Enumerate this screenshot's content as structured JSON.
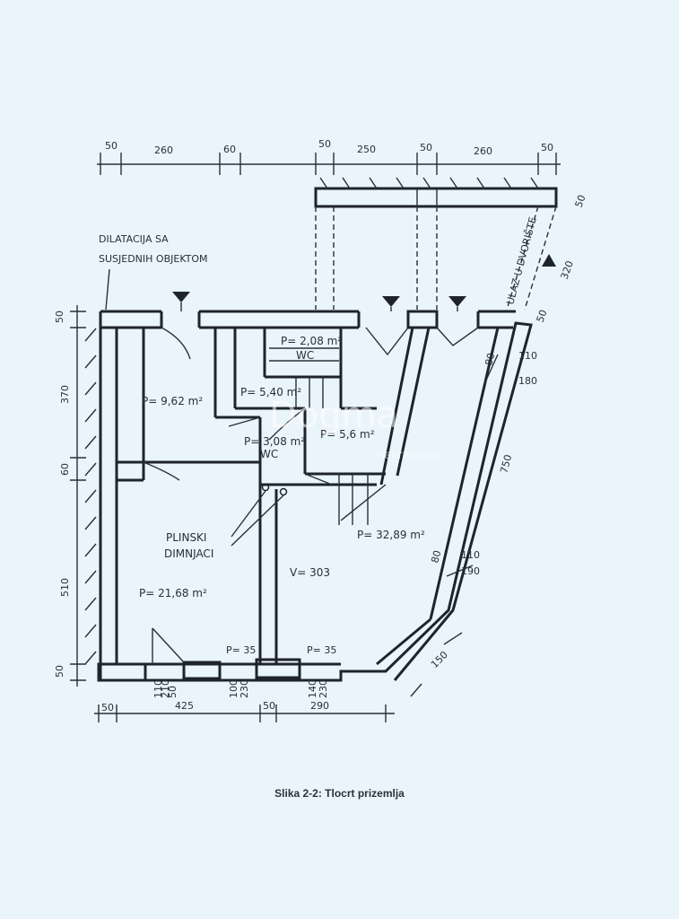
{
  "caption": "Slika 2-2: Tlocrt prizemlja",
  "watermark": {
    "main": "Dogma",
    "sub": "nekretnine"
  },
  "labels": {
    "dilatacija_1": "DILATACIJA SA",
    "dilatacija_2": "SUSJEDNIH OBJEKTOM",
    "ulaz": "ULAZ U DVORIŠTE",
    "plinski_1": "PLINSKI",
    "plinski_2": "DIMNJACI",
    "v_height": "V= 303"
  },
  "rooms": {
    "r1": "P= 9,62 m²",
    "r2": "P= 2,08 m²",
    "r2_sub": "WC",
    "r3": "P= 5,40 m²",
    "r4": "P= 3,08 m²",
    "r4_sub": "WC",
    "r5": "P= 5,6 m²",
    "r6": "P= 32,89 m²",
    "r7": "P= 21,68 m²"
  },
  "dims_top": [
    "50",
    "260",
    "60",
    "50",
    "250",
    "50",
    "260",
    "50"
  ],
  "dims_left": [
    "50",
    "370",
    "60",
    "510",
    "50"
  ],
  "dims_bottom": [
    "50",
    "425",
    "50",
    "290"
  ],
  "dims_right": [
    "50",
    "320",
    "50",
    "750",
    "150"
  ],
  "openings": {
    "w_right_top": [
      "80",
      "110",
      "180"
    ],
    "w_right_mid": [
      "80",
      "110",
      "190"
    ],
    "p35_a": "P= 35",
    "p35_b": "P= 35",
    "sill_a": [
      "110",
      "210",
      "50"
    ],
    "sill_b": [
      "100",
      "230"
    ],
    "sill_c": [
      "140",
      "230"
    ]
  }
}
